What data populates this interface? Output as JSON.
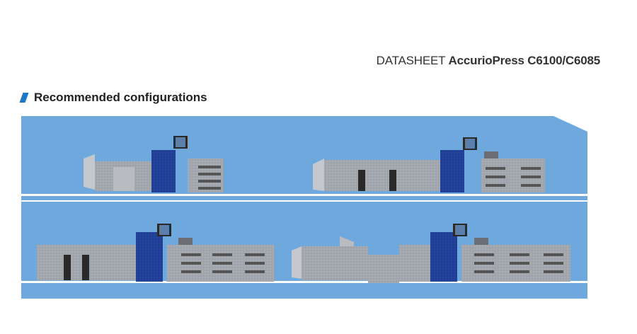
{
  "header": {
    "prefix": "DATASHEET",
    "product": "AccurioPress C6100/C6085"
  },
  "section": {
    "title": "Recommended configurations",
    "marker_icon": "blue-slash-marker"
  },
  "colors": {
    "panel_blue": "#6fa8dc",
    "machine_blue": "#1f3b8f",
    "machine_grey": "#9aa0a6",
    "divider": "#ffffff"
  }
}
